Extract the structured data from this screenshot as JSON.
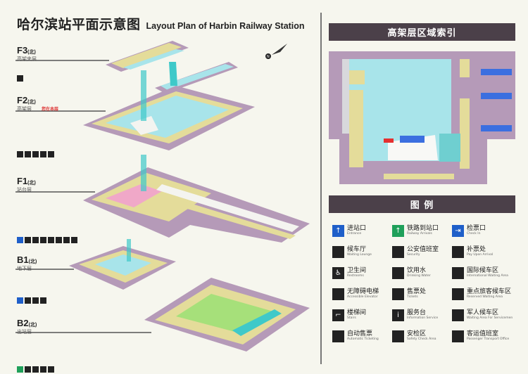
{
  "title": {
    "cn": "哈尔滨站平面示意图",
    "en": "Layout Plan of Harbin Railway Station"
  },
  "compass": {
    "label": "N"
  },
  "floors": [
    {
      "code": "F3",
      "dir": "(北)",
      "name": "高架夹层"
    },
    {
      "code": "F2",
      "dir": "(北)",
      "name": "高架层",
      "here": "您在本层"
    },
    {
      "code": "F1",
      "dir": "(北)",
      "name": "站台层"
    },
    {
      "code": "B1",
      "dir": "(北)",
      "name": "地下层"
    },
    {
      "code": "B2",
      "dir": "(北)",
      "name": "出站层"
    }
  ],
  "index_title": "高架层区域索引",
  "legend_title": "图 例",
  "legend": [
    {
      "cn": "进站口",
      "en": "Entrance",
      "color": "#1f5fc9",
      "icon": "entrance-icon"
    },
    {
      "cn": "铁路到站口",
      "en": "Railway Arrivals",
      "color": "#1fa05a",
      "icon": "arrival-exit-icon"
    },
    {
      "cn": "检票口",
      "en": "Check In",
      "color": "#1f5fc9",
      "icon": "check-in-icon"
    },
    {
      "cn": "候车厅",
      "en": "Waiting Lounge",
      "color": "#222222",
      "icon": "waiting-lounge-icon"
    },
    {
      "cn": "公安值班室",
      "en": "Security",
      "color": "#222222",
      "icon": "police-icon"
    },
    {
      "cn": "补票处",
      "en": "Pay Upon Arrival",
      "color": "#222222",
      "icon": "pay-ticket-icon"
    },
    {
      "cn": "卫生间",
      "en": "Restrooms",
      "color": "#222222",
      "icon": "restroom-icon"
    },
    {
      "cn": "饮用水",
      "en": "Drinking Water",
      "color": "#222222",
      "icon": "water-icon"
    },
    {
      "cn": "国际候车区",
      "en": "International Waiting Area",
      "color": "#222222",
      "icon": "international-waiting-icon"
    },
    {
      "cn": "无障碍电梯",
      "en": "Accessible Elevator",
      "color": "#222222",
      "icon": "elevator-icon"
    },
    {
      "cn": "售票处",
      "en": "Tickets",
      "color": "#222222",
      "icon": "ticket-office-icon"
    },
    {
      "cn": "重点旅客候车区",
      "en": "Reserved Waiting Area",
      "color": "#222222",
      "icon": "reserved-waiting-icon"
    },
    {
      "cn": "楼梯间",
      "en": "Stairs",
      "color": "#222222",
      "icon": "stairs-icon"
    },
    {
      "cn": "服务台",
      "en": "Information Service",
      "color": "#222222",
      "icon": "info-icon"
    },
    {
      "cn": "军人候车区",
      "en": "Waiting Area For Servicemen",
      "color": "#222222",
      "icon": "servicemen-waiting-icon"
    },
    {
      "cn": "自动售票",
      "en": "Automatic Ticketing",
      "color": "#222222",
      "icon": "ticket-machine-icon"
    },
    {
      "cn": "安检区",
      "en": "Safety Check Area",
      "color": "#222222",
      "icon": "security-check-icon"
    },
    {
      "cn": "客运值班室",
      "en": "Passenger Transport Office",
      "color": "#222222",
      "icon": "transport-office-icon"
    }
  ],
  "colors": {
    "hall": "#a8e4ea",
    "shops": "#e4dc9a",
    "base": "#b59ab8",
    "header": "#4b4049",
    "blue": "#3b6fe0"
  }
}
